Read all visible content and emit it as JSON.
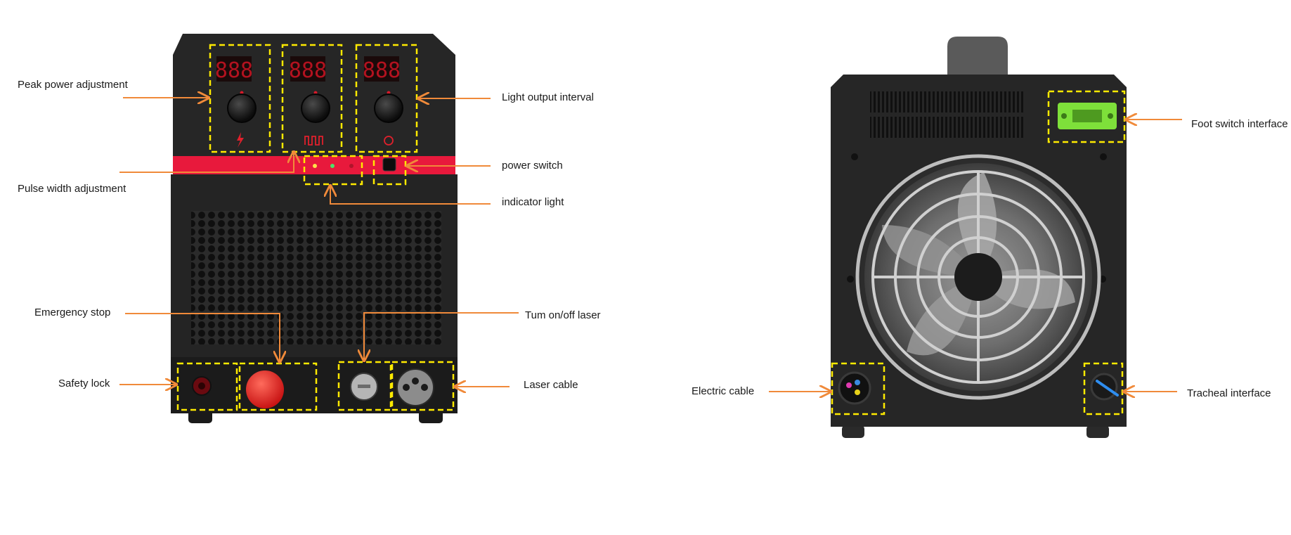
{
  "front_labels": {
    "peak_power": "Peak power adjustment",
    "pulse_width": "Pulse width adjustment",
    "light_interval": "Light output interval",
    "power_switch": "power switch",
    "indicator_light": "indicator light",
    "emergency_stop": "Emergency stop",
    "safety_lock": "Safety lock",
    "turn_laser": "Tum on/off laser",
    "laser_cable": "Laser cable"
  },
  "back_labels": {
    "foot_switch": "Foot switch interface",
    "electric_cable": "Electric cable",
    "tracheal": "Tracheal interface"
  },
  "display_readout": "888",
  "colors": {
    "arrow": "#f08a3a",
    "highlight": "#ffea00",
    "chassis": "#222222",
    "accent_strip": "#e8193c",
    "connector": "#7ee03a",
    "estop": "#e8262a"
  }
}
